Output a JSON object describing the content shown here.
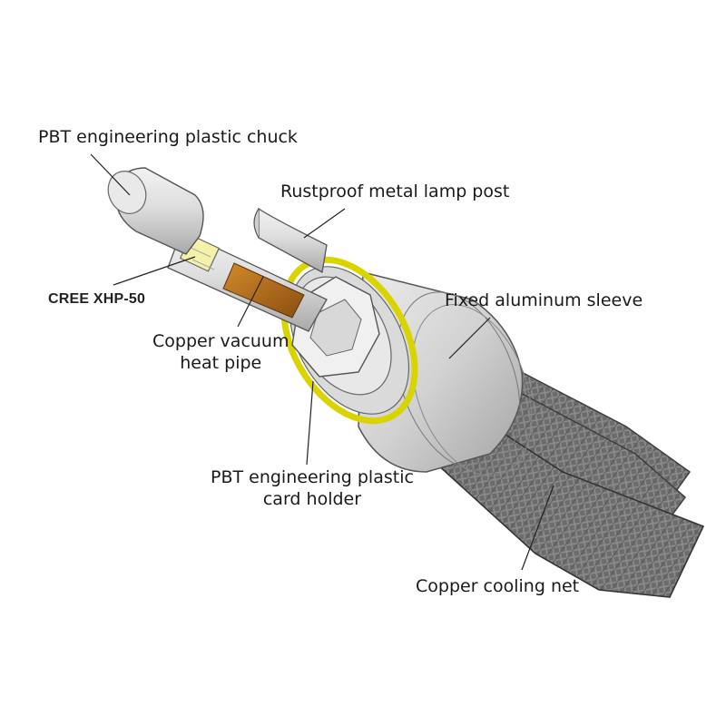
{
  "labels": {
    "chuck": "PBT engineering plastic chuck",
    "lamp_post": "Rustproof metal lamp post",
    "cree": "CREE XHP-50",
    "heat_pipe_line1": "Copper vacuum",
    "heat_pipe_line2": "heat pipe",
    "sleeve": "Fixed aluminum sleeve",
    "holder_line1": "PBT engineering plastic",
    "holder_line2": "card holder",
    "cooling_net": "Copper cooling net"
  },
  "colors": {
    "background": "#ffffff",
    "body_light": "#e6e6e6",
    "body_mid": "#c8c8c8",
    "body_dark": "#9a9a9a",
    "ring_yellow": "#d9d400",
    "heat_pipe": "#b8701e",
    "led": "#f4f1a8",
    "braid": "#6a6a6a",
    "leader_line": "#222222"
  }
}
